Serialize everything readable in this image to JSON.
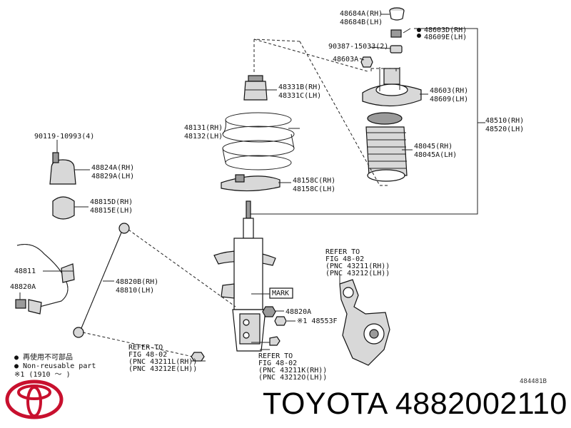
{
  "brand": {
    "logo_name": "toyota-logo-icon",
    "logo_color": "#c8102e",
    "caption": "TOYOTA 4882002110"
  },
  "diagram": {
    "code": "484481B",
    "labels": {
      "p48684": [
        "48684A(RH)",
        "48684B(LH)"
      ],
      "p48603d": [
        "48603D(RH)",
        "48609E(LH)"
      ],
      "p90387": [
        "90387-15033(2)"
      ],
      "p48603a": [
        "48603A"
      ],
      "p48331": [
        "48331B(RH)",
        "48331C(LH)"
      ],
      "p48603": [
        "48603(RH)",
        "48609(LH)"
      ],
      "p48510": [
        "48510(RH)",
        "48520(LH)"
      ],
      "p48131": [
        "48131(RH)",
        "48132(LH)"
      ],
      "p48045": [
        "48045(RH)",
        "48045A(LH)"
      ],
      "p90119": [
        "90119-10993(4)"
      ],
      "p48824": [
        "48824A(RH)",
        "48829A(LH)"
      ],
      "p48158": [
        "48158C(RH)",
        "48158C(LH)"
      ],
      "p48815": [
        "48815D(RH)",
        "48815E(LH)"
      ],
      "refer_knuckle": [
        "REFER TO",
        "FIG 48-02",
        "(PNC 43211(RH))",
        "(PNC 43212(LH))"
      ],
      "p48811": [
        "48811"
      ],
      "p48820b": [
        "48820B(RH)",
        "48810(LH)"
      ],
      "p48820a_left": [
        "48820A"
      ],
      "mark": "MARK",
      "p48820a_right": [
        "48820A"
      ],
      "p48553f": [
        "※1 48553F"
      ],
      "refer_bolt1": [
        "REFER TO",
        "FIG 48-02",
        "(PNC 43211L(RH))",
        "(PNC 43212E(LH))"
      ],
      "refer_bolt2": [
        "REFER TO",
        "FIG 48-02",
        "(PNC 43211K(RH))",
        "(PNC 43212O(LH))"
      ]
    },
    "legend": [
      "● 再使用不可部品",
      "● Non-reusable part",
      "※1 (1910 ～    )"
    ]
  }
}
